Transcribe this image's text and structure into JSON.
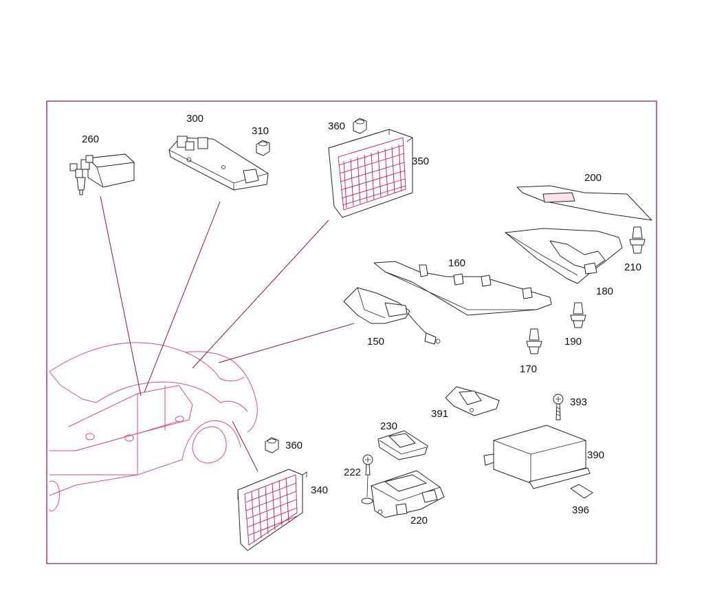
{
  "diagram": {
    "callouts": [
      {
        "id": "c260",
        "label": "260"
      },
      {
        "id": "c300",
        "label": "300"
      },
      {
        "id": "c310",
        "label": "310"
      },
      {
        "id": "c360a",
        "label": "360"
      },
      {
        "id": "c350",
        "label": "350"
      },
      {
        "id": "c200",
        "label": "200"
      },
      {
        "id": "c210",
        "label": "210"
      },
      {
        "id": "c160",
        "label": "160"
      },
      {
        "id": "c180",
        "label": "180"
      },
      {
        "id": "c150",
        "label": "150"
      },
      {
        "id": "c190",
        "label": "190"
      },
      {
        "id": "c170",
        "label": "170"
      },
      {
        "id": "c393",
        "label": "393"
      },
      {
        "id": "c391",
        "label": "391"
      },
      {
        "id": "c230",
        "label": "230"
      },
      {
        "id": "c360b",
        "label": "360"
      },
      {
        "id": "c390",
        "label": "390"
      },
      {
        "id": "c222",
        "label": "222"
      },
      {
        "id": "c340",
        "label": "340"
      },
      {
        "id": "c396",
        "label": "396"
      },
      {
        "id": "c220",
        "label": "220"
      }
    ],
    "colors": {
      "frame": "#8a1538",
      "car_outline": "#d2527a",
      "grid": "#c2184d",
      "part_outline": "#222222"
    }
  }
}
